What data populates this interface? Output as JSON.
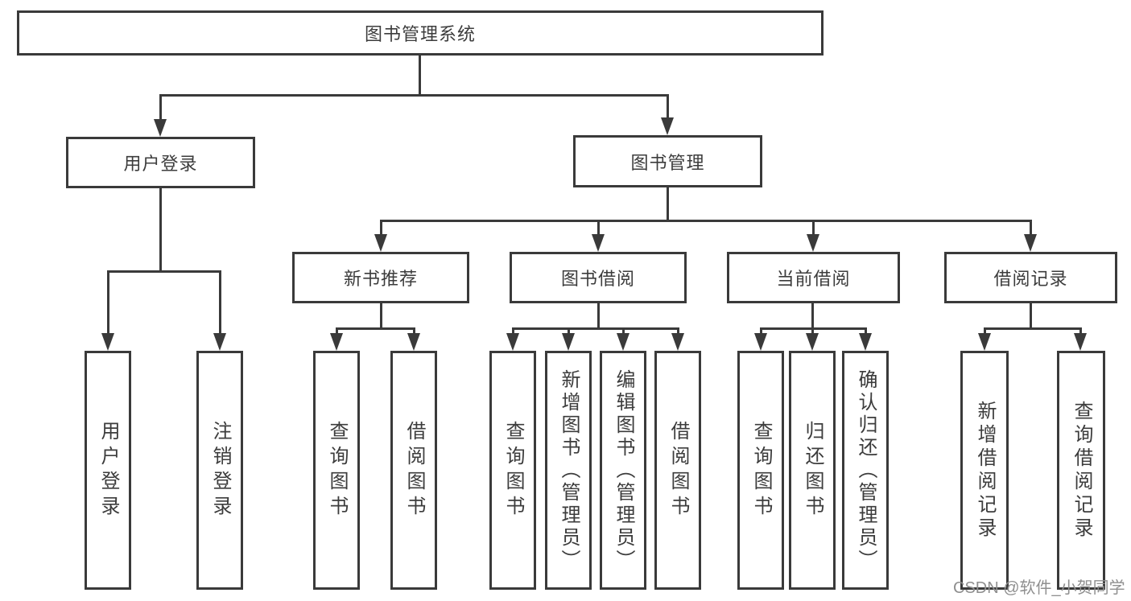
{
  "tree": {
    "root": "图书管理系统",
    "branches": [
      {
        "label": "用户登录",
        "children": [
          {
            "label": "用户登录"
          },
          {
            "label": "注销登录"
          }
        ]
      },
      {
        "label": "图书管理",
        "children": [
          {
            "label": "新书推荐",
            "children": [
              {
                "label": "查询图书"
              },
              {
                "label": "借阅图书"
              }
            ]
          },
          {
            "label": "图书借阅",
            "children": [
              {
                "label": "查询图书"
              },
              {
                "label": "新增图书（管理员）"
              },
              {
                "label": "编辑图书（管理员）"
              },
              {
                "label": "借阅图书"
              }
            ]
          },
          {
            "label": "当前借阅",
            "children": [
              {
                "label": "查询图书"
              },
              {
                "label": "归还图书"
              },
              {
                "label": "确认归还（管理员）"
              }
            ]
          },
          {
            "label": "借阅记录",
            "children": [
              {
                "label": "新增借阅记录"
              },
              {
                "label": "查询借阅记录"
              }
            ]
          }
        ]
      }
    ]
  },
  "watermark": "CSDN @软件_小贺同学",
  "colors": {
    "line": "#3a3a3a",
    "text": "#3c3c3c",
    "watermark": "#8f8f8f",
    "background": "#ffffff"
  }
}
